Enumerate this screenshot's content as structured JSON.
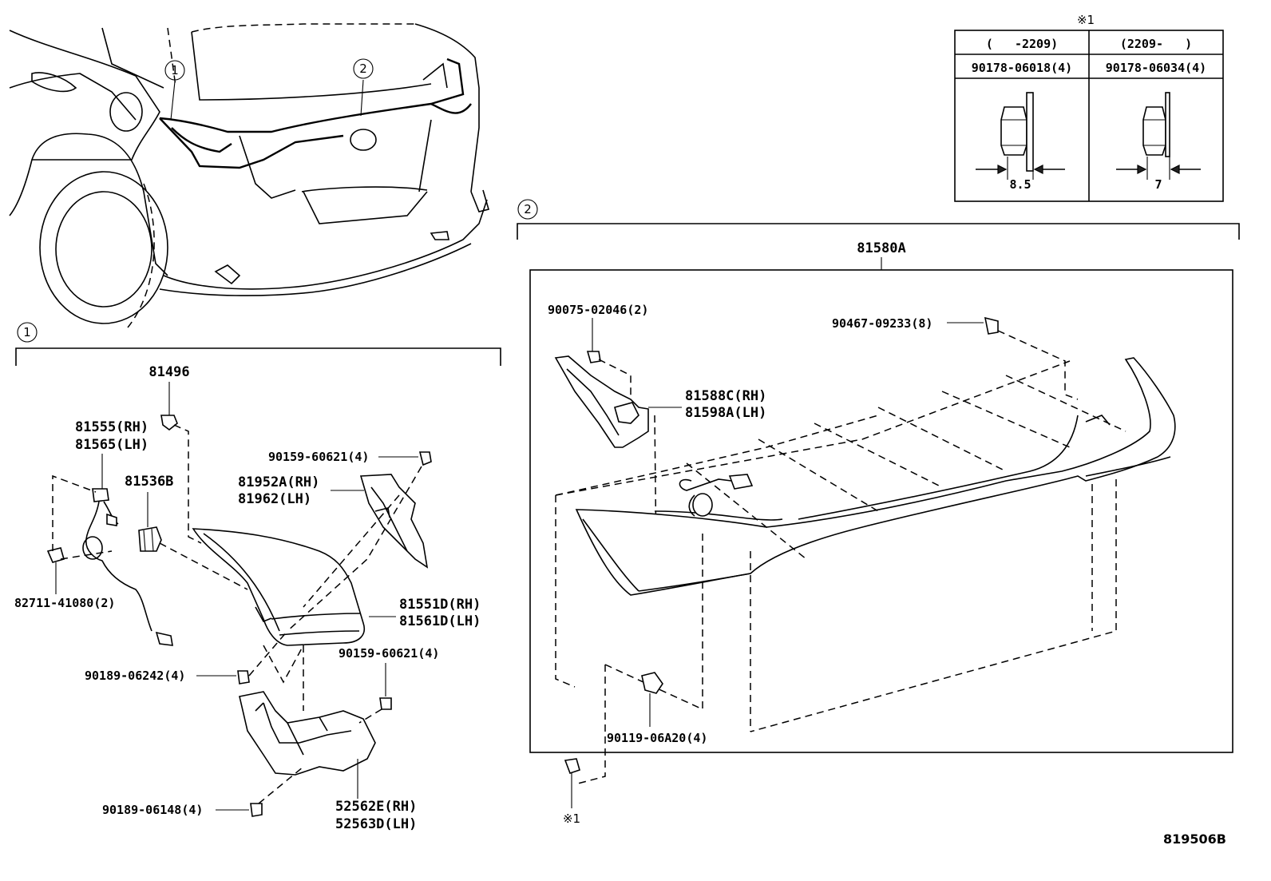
{
  "callouts": {
    "one": "1",
    "two": "2"
  },
  "table": {
    "mark": "※1",
    "col1_header": "(   -2209)",
    "col2_header": "(2209-   )",
    "col1_part": "90178-06018(4)",
    "col2_part": "90178-06034(4)",
    "col1_dim": "8.5",
    "col2_dim": "7"
  },
  "group1": {
    "p81496": "81496",
    "p81555": "81555(RH)",
    "p81565": "81565(LH)",
    "p81536B": "81536B",
    "p82711": "82711-41080(2)",
    "p90159a": "90159-60621(4)",
    "p81952A": "81952A(RH)",
    "p81962": "81962(LH)",
    "p81551D": "81551D(RH)",
    "p81561D": "81561D(LH)",
    "p90189a": "90189-06242(4)",
    "p90159b": "90159-60621(4)",
    "p90189b": "90189-06148(4)",
    "p52562E": "52562E(RH)",
    "p52563D": "52563D(LH)"
  },
  "group2": {
    "p81580A": "81580A",
    "p90075": "90075-02046(2)",
    "p90467": "90467-09233(8)",
    "p81588C": "81588C(RH)",
    "p81598A": "81598A(LH)",
    "p90119": "90119-06A20(4)",
    "mark_note": "※1"
  },
  "figure_ref": "819506B"
}
